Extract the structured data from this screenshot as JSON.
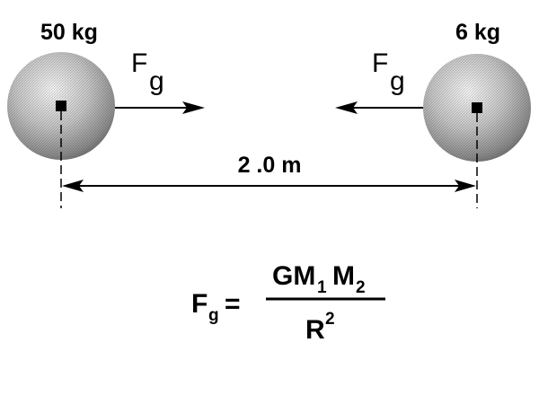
{
  "left_mass": {
    "label": "50 kg",
    "force_symbol": "F",
    "force_subscript": "g"
  },
  "right_mass": {
    "label": "6 kg",
    "force_symbol": "F",
    "force_subscript": "g"
  },
  "distance": {
    "label": "2 .0 m"
  },
  "formula": {
    "lhs_symbol": "F",
    "lhs_subscript": "g",
    "equals": "=",
    "numerator_g": "GM",
    "numerator_sub1": "1",
    "numerator_m2": "M",
    "numerator_sub2": "2",
    "denominator_r": "R",
    "denominator_exp": "2"
  },
  "colors": {
    "ink": "#000000",
    "sphere_light": "#f2f2f2",
    "sphere_mid": "#b4b4b4",
    "sphere_dark": "#5a5a5a"
  },
  "icons": {
    "left_sphere": "sphere-icon",
    "right_sphere": "sphere-icon"
  }
}
